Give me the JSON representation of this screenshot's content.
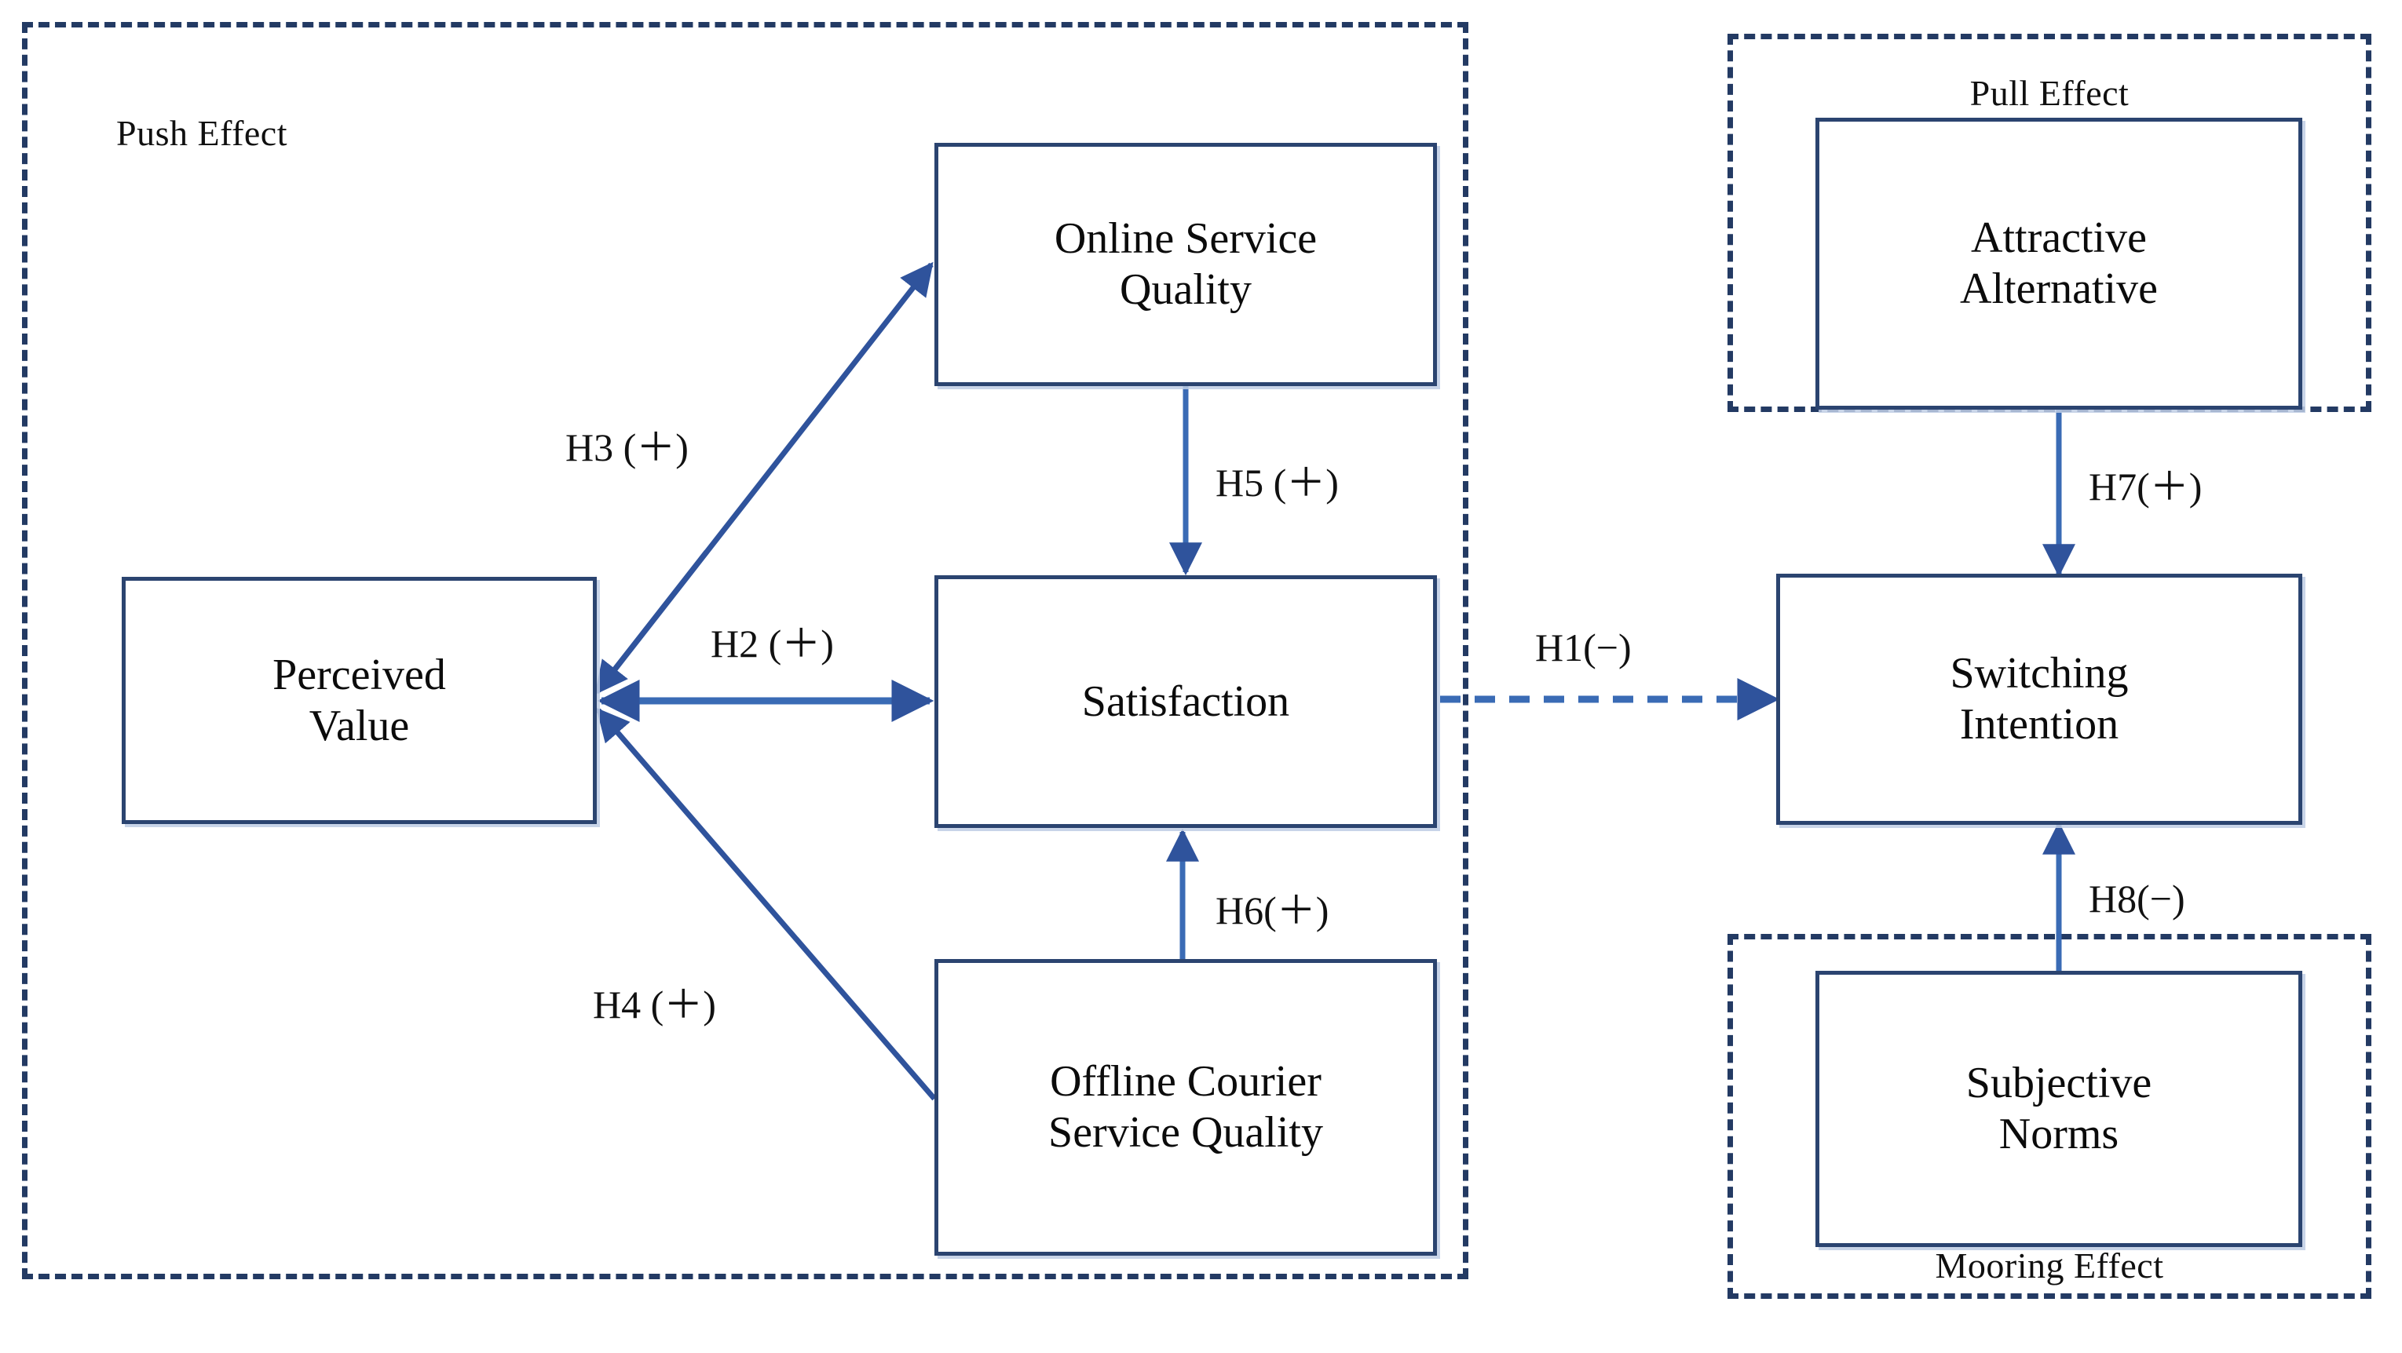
{
  "diagram": {
    "type": "conceptual-research-model",
    "accent_color": "#2b4470",
    "edge_color": "#3a5e9c",
    "dashed_group_color": "#233a63",
    "background": "#ffffff"
  },
  "groups": [
    {
      "id": "push",
      "label": "Push Effect",
      "label_position": "top-left"
    },
    {
      "id": "pull",
      "label": "Pull Effect",
      "label_position": "top-center"
    },
    {
      "id": "mooring",
      "label": "Mooring Effect",
      "label_position": "bottom-center"
    }
  ],
  "nodes": [
    {
      "id": "perceived_value",
      "label": "Perceived\nValue",
      "group": "push"
    },
    {
      "id": "online_service_quality",
      "label": "Online Service\nQuality",
      "group": "push"
    },
    {
      "id": "satisfaction",
      "label": "Satisfaction",
      "group": "push"
    },
    {
      "id": "offline_courier_service_quality",
      "label": "Offline Courier\nService Quality",
      "group": "push"
    },
    {
      "id": "attractive_alternative",
      "label": "Attractive\nAlternative",
      "group": "pull"
    },
    {
      "id": "switching_intention",
      "label": "Switching\nIntention",
      "group": "none"
    },
    {
      "id": "subjective_norms",
      "label": "Subjective\nNorms",
      "group": "mooring"
    }
  ],
  "edges": [
    {
      "id": "h1",
      "label": "H1(−)",
      "from": "satisfaction",
      "to": "switching_intention",
      "style": "dashed",
      "sign": "negative"
    },
    {
      "id": "h2",
      "label": "H2 (＋)",
      "from": "perceived_value",
      "to": "satisfaction",
      "style": "solid",
      "sign": "positive"
    },
    {
      "id": "h3",
      "label": "H3 (＋)",
      "from": "online_service_quality",
      "to": "perceived_value",
      "style": "solid",
      "sign": "positive"
    },
    {
      "id": "h4",
      "label": "H4 (＋)",
      "from": "offline_courier_service_quality",
      "to": "perceived_value",
      "style": "solid",
      "sign": "positive"
    },
    {
      "id": "h5",
      "label": "H5 (＋)",
      "from": "online_service_quality",
      "to": "satisfaction",
      "style": "solid",
      "sign": "positive"
    },
    {
      "id": "h6",
      "label": "H6(＋)",
      "from": "offline_courier_service_quality",
      "to": "satisfaction",
      "style": "solid",
      "sign": "positive"
    },
    {
      "id": "h7",
      "label": "H7(＋)",
      "from": "attractive_alternative",
      "to": "switching_intention",
      "style": "solid",
      "sign": "positive"
    },
    {
      "id": "h8",
      "label": "H8(−)",
      "from": "subjective_norms",
      "to": "switching_intention",
      "style": "solid",
      "sign": "negative"
    }
  ]
}
